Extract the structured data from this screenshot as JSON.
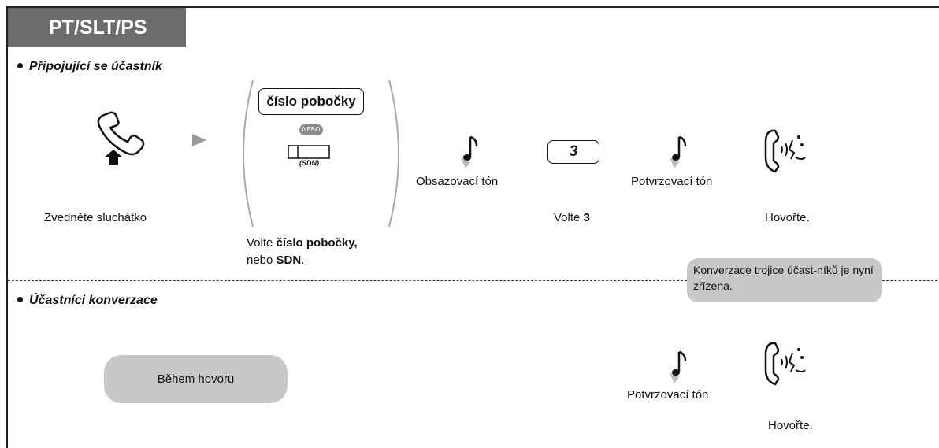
{
  "header": {
    "title": "PT/SLT/PS"
  },
  "section1": {
    "title": "Připojující se účastník",
    "step_lift": "Zvedněte sluchátko",
    "key_label": "číslo pobočky",
    "nebo": "NEBO",
    "sdn_small": "(SDN)",
    "dial_prefix": "Volte ",
    "dial_bold": "číslo pobočky,",
    "dial_line2_prefix": "nebo ",
    "dial_line2_bold": "SDN",
    "dial_line2_suffix": ".",
    "busy_tone": "Obsazovací tón",
    "digit": "3",
    "dial3_prefix": "Volte ",
    "dial3_bold": "3",
    "confirm_tone": "Potvrzovací tón",
    "talk": "Hovořte.",
    "note": "Konverzace trojice účast-níků je nyní zřízena."
  },
  "section2": {
    "title": "Účastníci konverzace",
    "during_call": "Během hovoru",
    "confirm_tone": "Potvrzovací tón",
    "talk": "Hovořte."
  }
}
